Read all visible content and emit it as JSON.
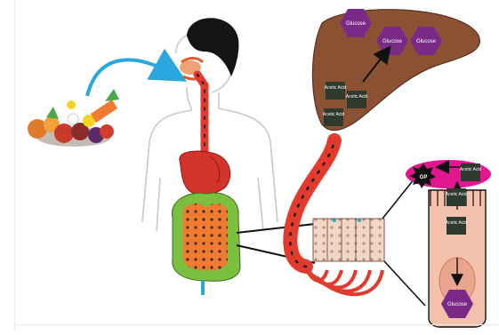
{
  "diagram": {
    "labels": {
      "glucose_liver_1": "Glucose",
      "glucose_liver_2": "Glucose",
      "glucose_liver_3": "Glucose",
      "acetic_acid_1": "Acetic Acid",
      "acetic_acid_2": "Acetic Acid",
      "acetic_acid_3": "Acetic Acid",
      "acetic_acid_cell_top": "Acetic Acid",
      "acetic_acid_cell_mid1": "Acetic Acid",
      "acetic_acid_cell_mid2": "Acetic Acid",
      "glucose_cell": "Glucose",
      "gp": "GP"
    },
    "colors": {
      "liver": "#8a5233",
      "glucose_hex": "#7a2a86",
      "acid_box": "#2f3a2f",
      "vessel": "#e23b2d",
      "intestine_green": "#7bbf3f",
      "intestine_orange": "#f07a2f",
      "stomach": "#d2342c",
      "cell_pink": "#f4c1ad",
      "magenta": "#e3168f",
      "arrow_blue": "#2aa7df"
    }
  }
}
